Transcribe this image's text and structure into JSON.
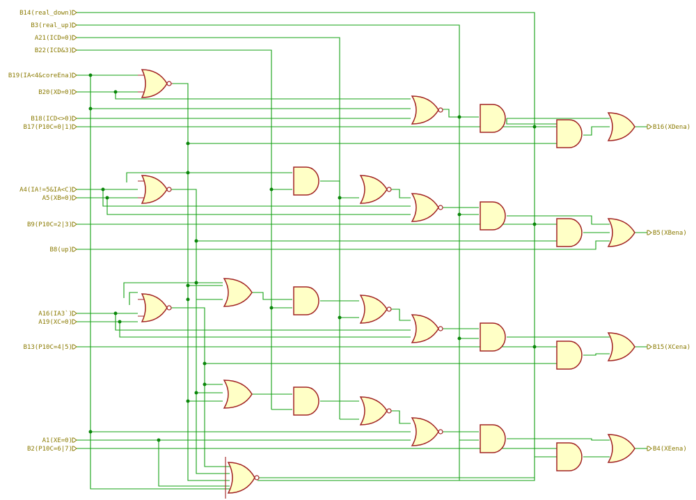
{
  "inputs": {
    "b14": "B14(real_down)",
    "b3": "B3(real_up)",
    "a21": "A21(ICD=0)",
    "b22": "B22(ICD&3)",
    "b19": "B19(IA<4&coreEna)",
    "b20": "B20(XD=0)",
    "b18": "B18(ICD<>0)",
    "b17": "B17(P10C=0|1)",
    "a4": "A4(IA!=5&IA<C)",
    "a5": "A5(XB=0)",
    "b9": "B9(P10C=2|3)",
    "b8": "B8(up)",
    "a16": "A16(IA3`)",
    "a19": "A19(XC=0)",
    "b13": "B13(P10C=4|5)",
    "a1": "A1(XE=0)",
    "b2": "B2(P10C=6|7)"
  },
  "outputs": {
    "b16": "B16(XDena)",
    "b5": "B5(XBena)",
    "b15": "B15(XCena)",
    "b4": "B4(XEena)"
  },
  "colors": {
    "wire": "#12a012",
    "junction": "#0a860a",
    "gate_outline": "#a02020",
    "gate_fill": "#ffffc6",
    "label": "#8a7a00"
  }
}
